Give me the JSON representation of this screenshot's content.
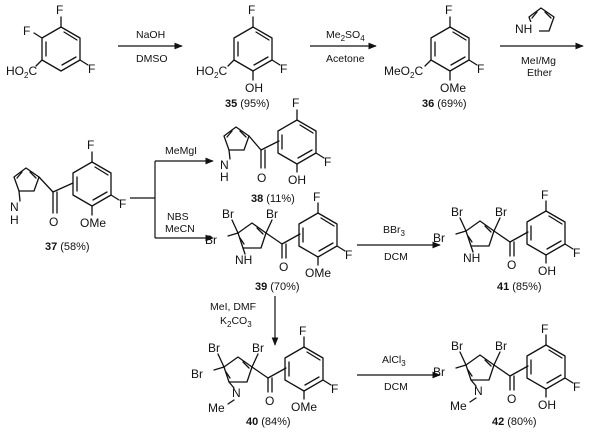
{
  "atoms": {
    "F": "F",
    "O": "O",
    "OH": "OH",
    "OMe": "OMe",
    "Br": "Br",
    "HO2C": "HO",
    "two": "2",
    "C": "C",
    "MeO": "MeO",
    "H": "H",
    "NH": "NH",
    "N": "N",
    "Me": "Me"
  },
  "reagents": {
    "step1_top": "NaOH",
    "step1_bottom": "DMSO",
    "step2_top_main": "Me",
    "step2_top_sub": "2",
    "step2_top_rest": "SO",
    "step2_top_sub2": "4",
    "step2_bottom": "Acetone",
    "step3_line1": "MeI/Mg",
    "step3_line2": "Ether",
    "step4": "MeMgI",
    "step5_line1": "NBS",
    "step5_line2": "MeCN",
    "step6_line1_main": "BBr",
    "step6_line1_sub": "3",
    "step6_line2": "DCM",
    "step7_line1": "MeI, DMF",
    "step7_line2_main": "K",
    "step7_line2_sub": "2",
    "step7_line2_mid": "CO",
    "step7_line2_sub2": "3",
    "step8_line1_main": "AlCl",
    "step8_line1_sub": "3",
    "step8_line2": "DCM"
  },
  "compounds": [
    {
      "id": "35",
      "yield": "(95%)"
    },
    {
      "id": "36",
      "yield": "(69%)"
    },
    {
      "id": "37",
      "yield": "(58%)"
    },
    {
      "id": "38",
      "yield": "(11%)"
    },
    {
      "id": "39",
      "yield": "(70%)"
    },
    {
      "id": "41",
      "yield": "(85%)"
    },
    {
      "id": "40",
      "yield": "(84%)"
    },
    {
      "id": "42",
      "yield": "(80%)"
    }
  ]
}
